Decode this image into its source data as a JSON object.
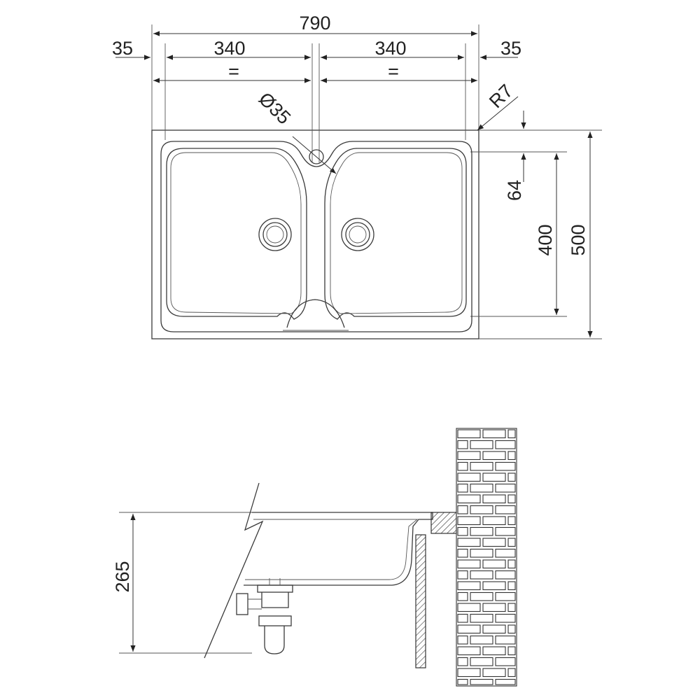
{
  "top_view": {
    "overall_width": "790",
    "margin_left": "35",
    "margin_right": "35",
    "bowl_left_width": "340",
    "bowl_right_width": "340",
    "equal_left": "=",
    "equal_right": "=",
    "tap_hole": "Ø35",
    "corner_radius": "R7",
    "top_offset": "64",
    "bowl_depth": "400",
    "overall_depth": "500"
  },
  "side_view": {
    "height": "265"
  }
}
